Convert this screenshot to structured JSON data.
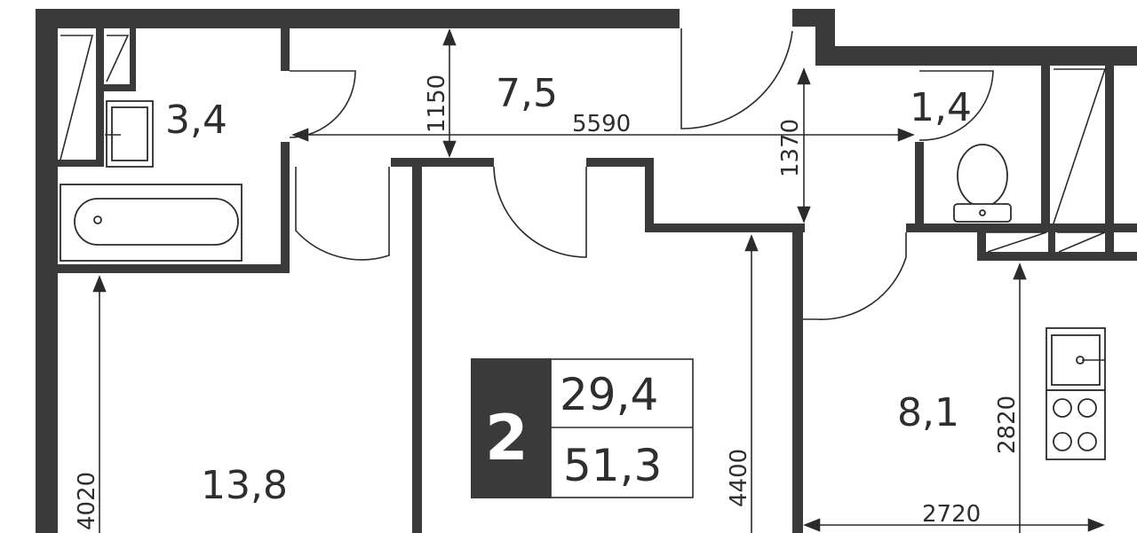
{
  "rooms": [
    {
      "id": "bathroom",
      "area": "3,4"
    },
    {
      "id": "hall",
      "area": "7,5"
    },
    {
      "id": "wc",
      "area": "1,4"
    },
    {
      "id": "living",
      "area": "13,8"
    },
    {
      "id": "kitchen",
      "area": "8,1"
    }
  ],
  "dimensions": {
    "hall_width": "5590",
    "hall_depth_left": "1150",
    "hall_depth_right": "1370",
    "living_depth": "4020",
    "bedroom_depth": "4400",
    "kitchen_depth": "2820",
    "kitchen_width": "2720"
  },
  "badge": {
    "rooms_count": "2",
    "living_area": "29,4",
    "total_area": "51,3"
  },
  "colors": {
    "wall": "#3a3a3a",
    "badge_dark": "#3a3a3a",
    "background": "#ffffff"
  }
}
